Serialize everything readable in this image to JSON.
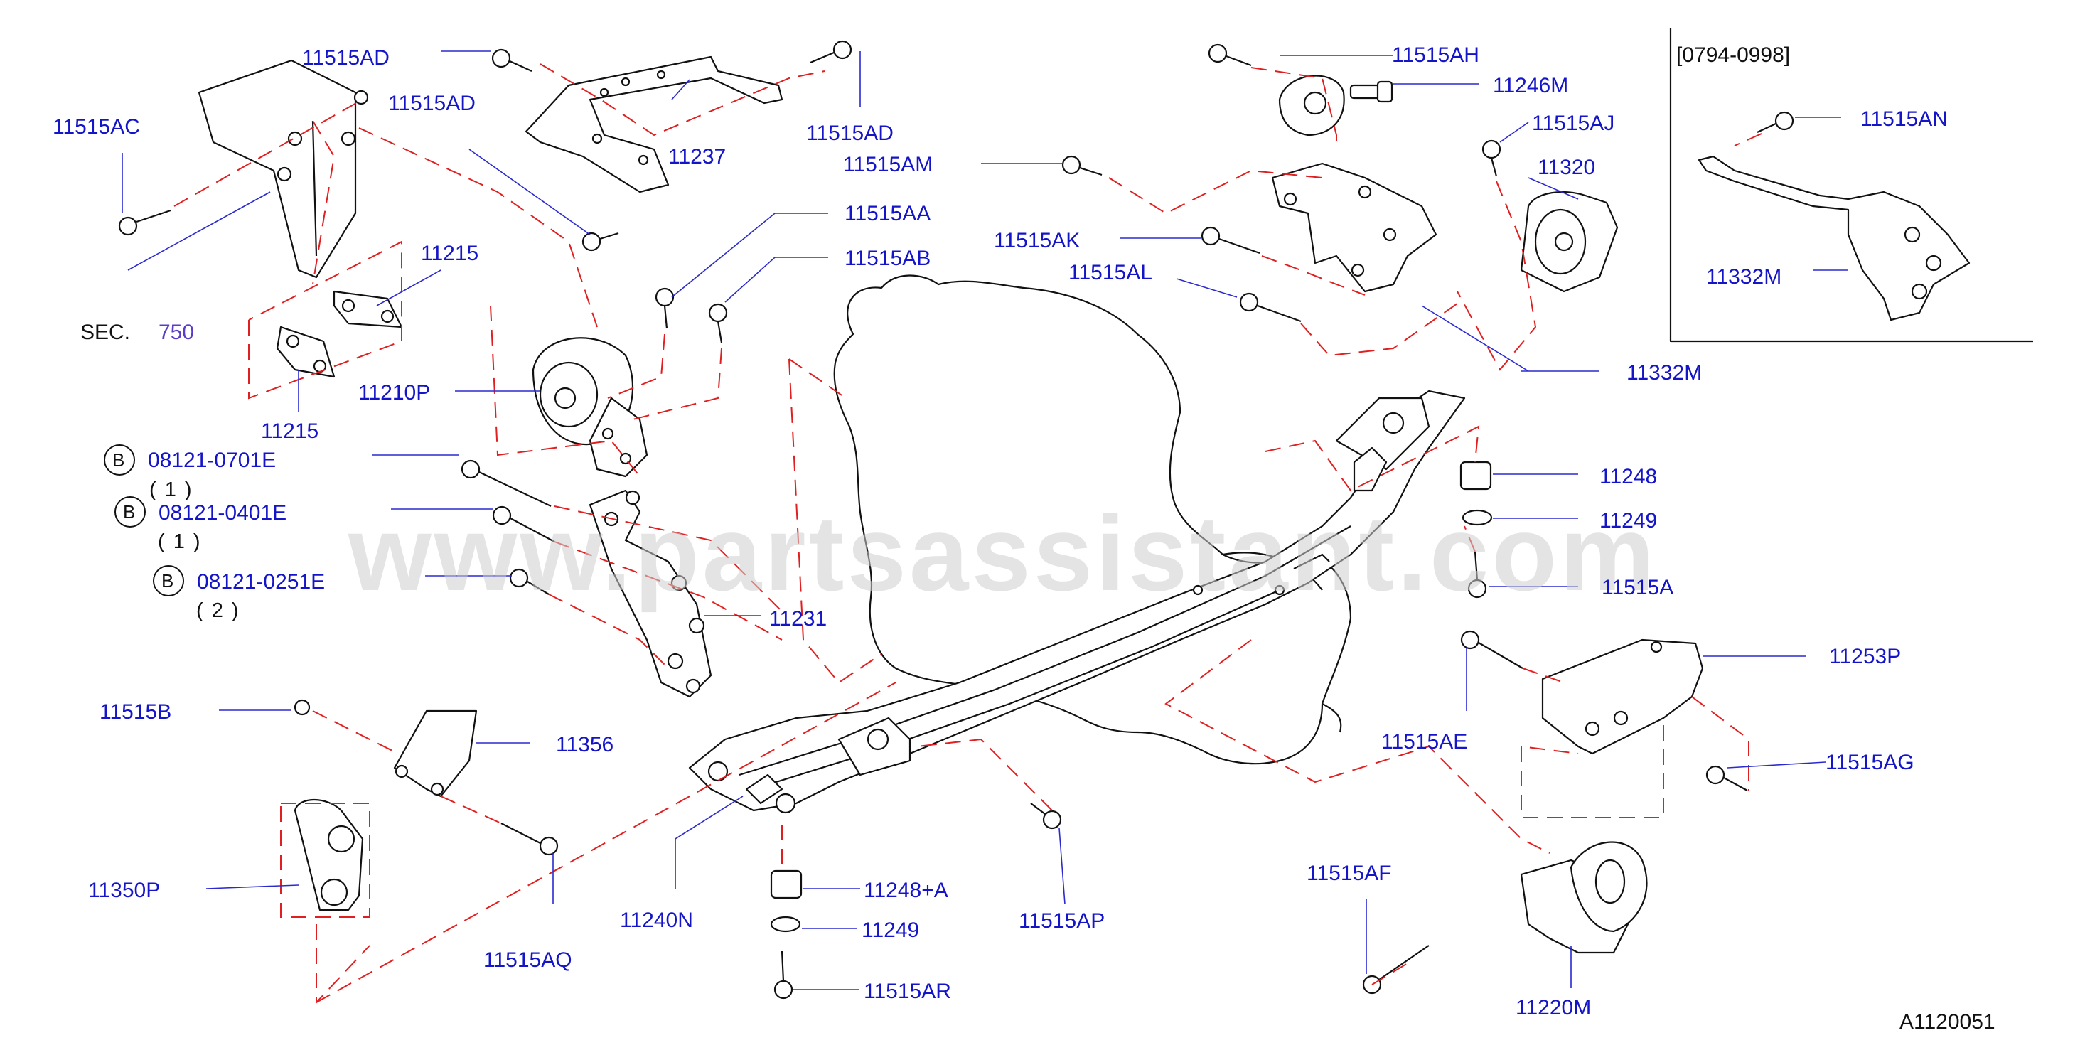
{
  "labels": {
    "p11515AD_a": "11515AD",
    "p11515AD_b": "11515AD",
    "p11515AD_c": "11515AD",
    "p11515AC": "11515AC",
    "p11237": "11237",
    "p11215_a": "11215",
    "p11215_b": "11215",
    "sec": "SEC.",
    "sec_num": "750",
    "p11210P": "11210P",
    "p11515AA": "11515AA",
    "p11515AB": "11515AB",
    "p11515AH": "11515AH",
    "p11246M": "11246M",
    "p11515AJ": "11515AJ",
    "p11320": "11320",
    "p11515AM": "11515AM",
    "p11515AK": "11515AK",
    "p11515AL": "11515AL",
    "p11332M_a": "11332M",
    "p11332M_b": "11332M",
    "range": "[0794-0998]",
    "p11515AN": "11515AN",
    "b1_code": "08121-0701E",
    "b1_qty": "( 1 )",
    "b2_code": "08121-0401E",
    "b2_qty": "( 1 )",
    "b3_code": "08121-0251E",
    "b3_qty": "( 2 )",
    "b_letter": "B",
    "p11231": "11231",
    "p11248": "11248",
    "p11249_a": "11249",
    "p11515A": "11515A",
    "p11253P": "11253P",
    "p11515AE": "11515AE",
    "p11515AG": "11515AG",
    "p11515B": "11515B",
    "p11356": "11356",
    "p11350P": "11350P",
    "p11515AQ": "11515AQ",
    "p11240N": "11240N",
    "p11248A": "11248+A",
    "p11249_b": "11249",
    "p11515AR": "11515AR",
    "p11515AP": "11515AP",
    "p11515AF": "11515AF",
    "p11220M": "11220M",
    "figure_id": "A1120051",
    "watermark": "www.partsassistant.com"
  },
  "colors": {
    "label": "#1414c8",
    "dash": "#e02020",
    "line": "#111111"
  }
}
